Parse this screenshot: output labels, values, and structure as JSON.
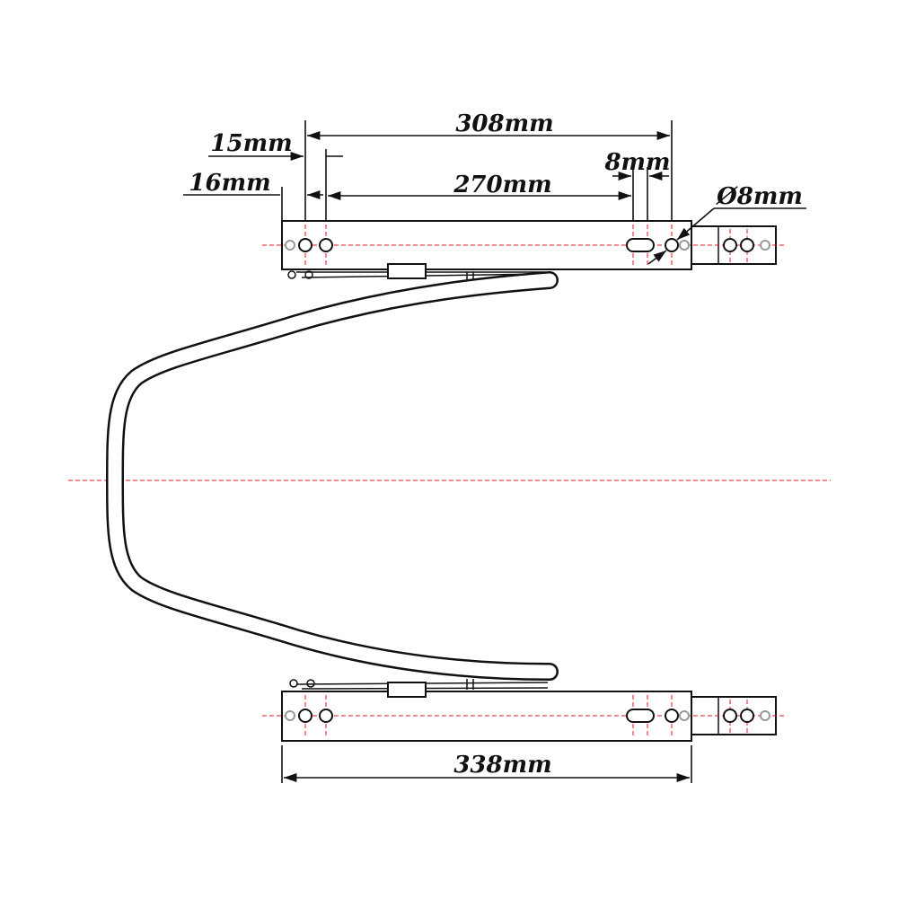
{
  "dimensions": {
    "overall_hole_span": "308mm",
    "first_hole_pitch": "15mm",
    "end_offset": "16mm",
    "hole_span_inner": "270mm",
    "slot_width": "8mm",
    "hole_diameter": "Ø8mm",
    "rail_length": "338mm"
  },
  "colors": {
    "line": "#111111",
    "centerline": "#e0141e",
    "secondary_hole": "#9a9a9a"
  }
}
